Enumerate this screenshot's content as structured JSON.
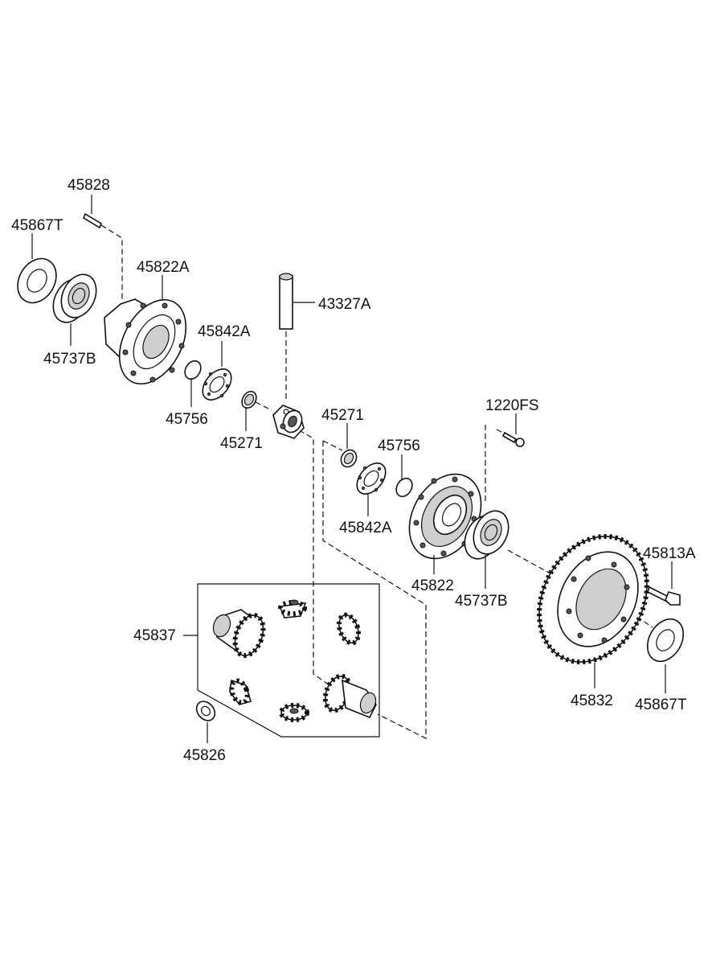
{
  "labels": {
    "p45828": "45828",
    "p45867T_top": "45867T",
    "p45822A": "45822A",
    "p45737B_left": "45737B",
    "p43327A": "43327A",
    "p45842A_top": "45842A",
    "p45756_left": "45756",
    "p45271_left": "45271",
    "p45271_right": "45271",
    "p45756_right": "45756",
    "p1220FS": "1220FS",
    "p45842A_bottom": "45842A",
    "p45822": "45822",
    "p45737B_right": "45737B",
    "p45813A": "45813A",
    "p45837": "45837",
    "p45832": "45832",
    "p45867T_bottom": "45867T",
    "p45826": "45826"
  }
}
